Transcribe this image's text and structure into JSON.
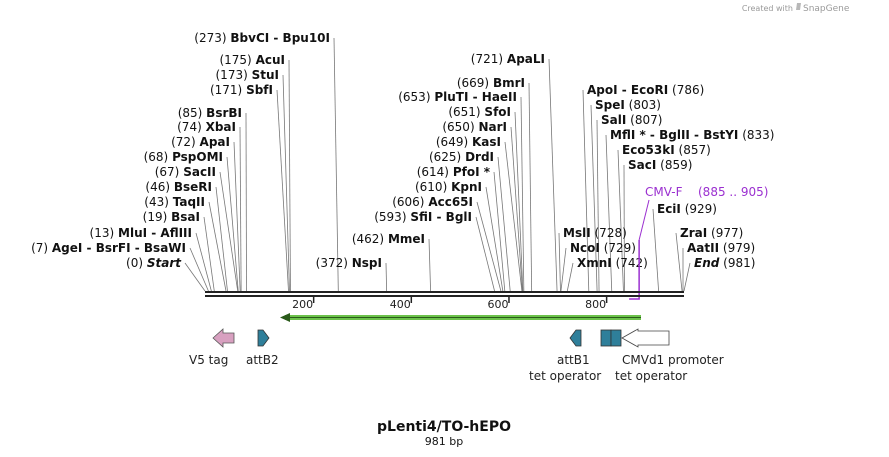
{
  "header": {
    "credit_prefix": "Created with",
    "brand": "SnapGene"
  },
  "map": {
    "name": "pLenti4/TO-hEPO",
    "length_label": "981 bp",
    "length": 981
  },
  "enzymes": [
    {
      "pos": "(273)",
      "names": "BbvCI  -  Bpu10I",
      "bp": 273,
      "side": "left"
    },
    {
      "pos": "(175)",
      "names": "AcuI",
      "bp": 175,
      "side": "left"
    },
    {
      "pos": "(173)",
      "names": "StuI",
      "bp": 173,
      "side": "left"
    },
    {
      "pos": "(171)",
      "names": "SbfI",
      "bp": 171,
      "side": "left"
    },
    {
      "pos": "(85)",
      "names": "BsrBI",
      "bp": 85,
      "side": "left"
    },
    {
      "pos": "(74)",
      "names": "XbaI",
      "bp": 74,
      "side": "left"
    },
    {
      "pos": "(72)",
      "names": "ApaI",
      "bp": 72,
      "side": "left"
    },
    {
      "pos": "(68)",
      "names": "PspOMI",
      "bp": 68,
      "side": "left"
    },
    {
      "pos": "(67)",
      "names": "SacII",
      "bp": 67,
      "side": "left"
    },
    {
      "pos": "(46)",
      "names": "BseRI",
      "bp": 46,
      "side": "left"
    },
    {
      "pos": "(43)",
      "names": "TaqII",
      "bp": 43,
      "side": "left"
    },
    {
      "pos": "(19)",
      "names": "BsaI",
      "bp": 19,
      "side": "left"
    },
    {
      "pos": "(13)",
      "names": "MluI  -  AflIII",
      "bp": 13,
      "side": "left"
    },
    {
      "pos": "(7)",
      "names": "AgeI  -  BsrFI  -  BsaWI",
      "bp": 7,
      "side": "left"
    },
    {
      "pos": "(0)",
      "names": "Start",
      "bp": 0,
      "side": "left",
      "italic": true
    },
    {
      "pos": "(372)",
      "names": "NspI",
      "bp": 372,
      "side": "left"
    },
    {
      "pos": "(462)",
      "names": "MmeI",
      "bp": 462,
      "side": "left"
    },
    {
      "pos": "(721)",
      "names": "ApaLI",
      "bp": 721,
      "side": "left"
    },
    {
      "pos": "(669)",
      "names": "BmrI",
      "bp": 669,
      "side": "left"
    },
    {
      "pos": "(653)",
      "names": "PluTI  -  HaeII",
      "bp": 653,
      "side": "left"
    },
    {
      "pos": "(651)",
      "names": "SfoI",
      "bp": 651,
      "side": "left"
    },
    {
      "pos": "(650)",
      "names": "NarI",
      "bp": 650,
      "side": "left"
    },
    {
      "pos": "(649)",
      "names": "KasI",
      "bp": 649,
      "side": "left"
    },
    {
      "pos": "(625)",
      "names": "DrdI",
      "bp": 625,
      "side": "left"
    },
    {
      "pos": "(614)",
      "names": "PfoI *",
      "bp": 614,
      "side": "left"
    },
    {
      "pos": "(610)",
      "names": "KpnI",
      "bp": 610,
      "side": "left"
    },
    {
      "pos": "(606)",
      "names": "Acc65I",
      "bp": 606,
      "side": "left"
    },
    {
      "pos": "(593)",
      "names": "SfiI  -  BglI",
      "bp": 593,
      "side": "left"
    },
    {
      "pos": "(786)",
      "names": "ApoI  -  EcoRI",
      "bp": 786,
      "side": "right"
    },
    {
      "pos": "(803)",
      "names": "SpeI",
      "bp": 803,
      "side": "right"
    },
    {
      "pos": "(807)",
      "names": "SalI",
      "bp": 807,
      "side": "right"
    },
    {
      "pos": "(833)",
      "names": "MflI *  -  BglII  -  BstYI",
      "bp": 833,
      "side": "right"
    },
    {
      "pos": "(857)",
      "names": "Eco53kI",
      "bp": 857,
      "side": "right"
    },
    {
      "pos": "(859)",
      "names": "SacI",
      "bp": 859,
      "side": "right"
    },
    {
      "pos": "(929)",
      "names": "EciI",
      "bp": 929,
      "side": "right"
    },
    {
      "pos": "(977)",
      "names": "ZraI",
      "bp": 977,
      "side": "right"
    },
    {
      "pos": "(979)",
      "names": "AatII",
      "bp": 979,
      "side": "right"
    },
    {
      "pos": "(981)",
      "names": "End",
      "bp": 981,
      "side": "right",
      "italic": true
    },
    {
      "pos": "(728)",
      "names": "MslI",
      "bp": 728,
      "side": "right"
    },
    {
      "pos": "(729)",
      "names": "NcoI",
      "bp": 729,
      "side": "right"
    },
    {
      "pos": "(742)",
      "names": "XmnI",
      "bp": 742,
      "side": "right"
    }
  ],
  "primer": {
    "name": "CMV-F",
    "range": "(885 .. 905)",
    "start": 885,
    "end": 905,
    "color": "#9b30d0"
  },
  "ticks": [
    {
      "label": "200",
      "bp": 200
    },
    {
      "label": "400",
      "bp": 400
    },
    {
      "label": "600",
      "bp": 600
    },
    {
      "label": "800",
      "bp": 800
    }
  ],
  "orf": {
    "color": "#6cc24a",
    "direction": "reverse"
  },
  "features": [
    {
      "label": "V5 tag",
      "color": "#d8a0c0"
    },
    {
      "label": "attB2",
      "color": "#2f7f9a"
    },
    {
      "label": "attB1",
      "color": "#2f7f9a"
    },
    {
      "label": "tet operator",
      "color": "#2f7f9a"
    },
    {
      "label": "tet operator",
      "color": "#2f7f9a"
    },
    {
      "label": "CMVd1 promoter",
      "color": "#ffffff"
    }
  ]
}
